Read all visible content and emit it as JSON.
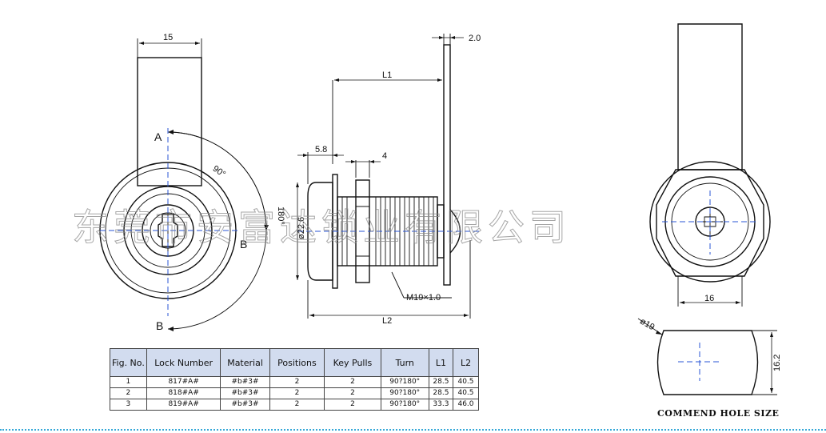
{
  "dimensions": {
    "width_15": "15",
    "thick_2": "2.0",
    "l1": "L1",
    "d58": "5.8",
    "d4": "4",
    "dia226": "ø22.6",
    "thread": "M19×1.0",
    "l2": "L2",
    "angle90": "90°",
    "angle180": "180°",
    "w16": "16",
    "dia19": "ø19",
    "h162": "16.2"
  },
  "positions_labels": {
    "a": "A",
    "b_right": "B",
    "b_bottom": "B"
  },
  "hole_caption": "COMMEND HOLE SIZE",
  "watermark": "东莞市安富达锁业有限公司",
  "table": {
    "headers": {
      "fig": "Fig. No.",
      "lock_number": "Lock Number",
      "material": "Material",
      "positions": "Positions",
      "key_pulls": "Key Pulls",
      "turn": "Turn",
      "l1": "L1",
      "l2": "L2"
    },
    "rows": [
      {
        "fig": "1",
        "lock_number": "817#A#",
        "material": "#b#3#",
        "positions": "2",
        "key_pulls": "2",
        "turn": "90?180°",
        "l1": "28.5",
        "l2": "40.5"
      },
      {
        "fig": "2",
        "lock_number": "818#A#",
        "material": "#b#3#",
        "positions": "2",
        "key_pulls": "2",
        "turn": "90?180°",
        "l1": "28.5",
        "l2": "40.5"
      },
      {
        "fig": "3",
        "lock_number": "819#A#",
        "material": "#b#3#",
        "positions": "2",
        "key_pulls": "2",
        "turn": "90?180°",
        "l1": "33.3",
        "l2": "46.0"
      }
    ]
  }
}
